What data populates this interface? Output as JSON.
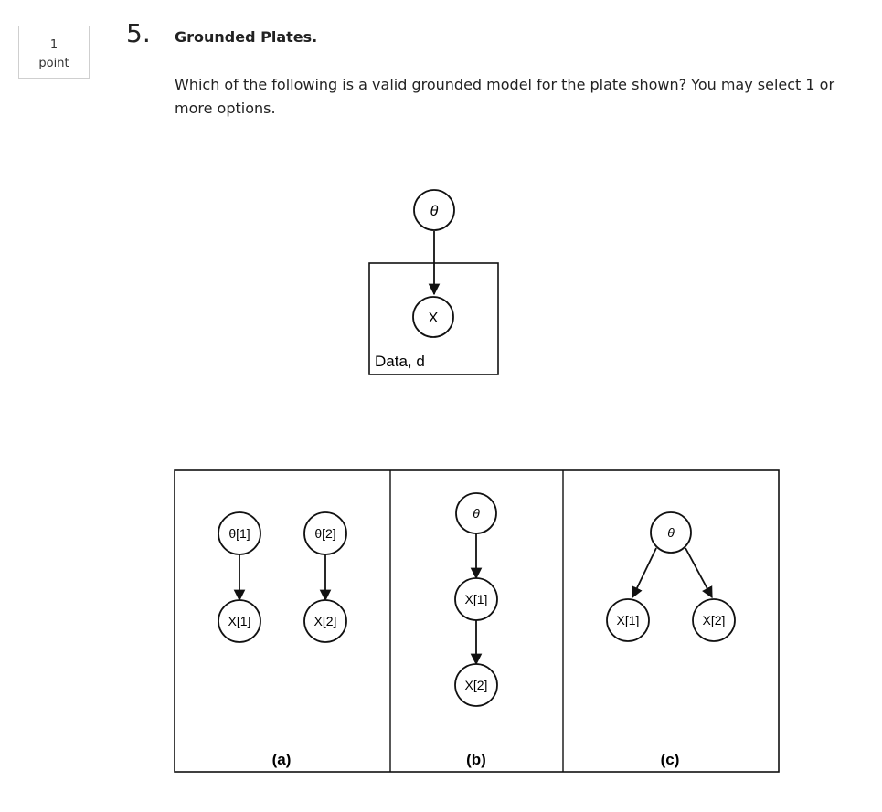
{
  "points": {
    "value": "1",
    "unit": "point"
  },
  "question": {
    "number": "5.",
    "title": "Grounded Plates.",
    "text": "Which of the following is a valid grounded model for the plate shown? You may select 1 or more options."
  },
  "plate_diagram": {
    "parent_node": "θ",
    "child_node": "X",
    "plate_label": "Data, d"
  },
  "options": [
    {
      "caption": "(a)",
      "nodes": [
        "θ[1]",
        "θ[2]",
        "X[1]",
        "X[2]"
      ]
    },
    {
      "caption": "(b)",
      "nodes": [
        "θ",
        "X[1]",
        "X[2]"
      ]
    },
    {
      "caption": "(c)",
      "nodes": [
        "θ",
        "X[1]",
        "X[2]"
      ]
    }
  ]
}
